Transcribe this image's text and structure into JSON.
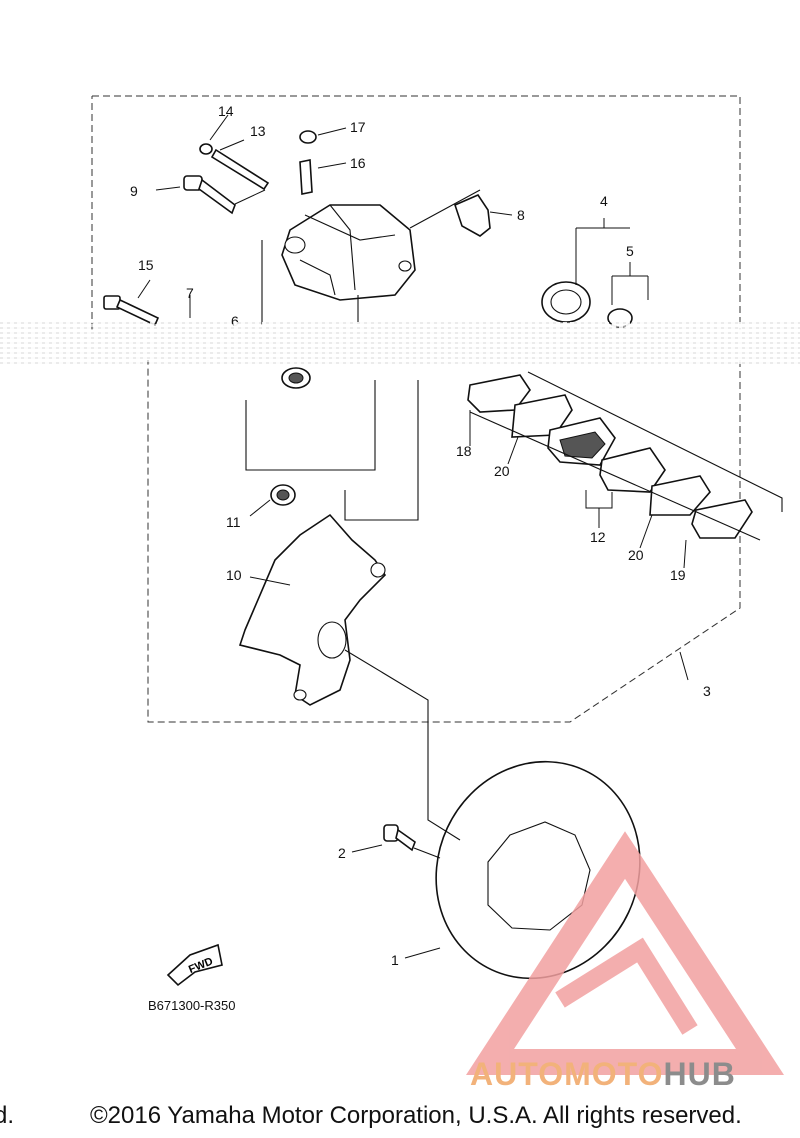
{
  "callouts": {
    "n1": "1",
    "n2": "2",
    "n3": "3",
    "n4": "4",
    "n5": "5",
    "n6": "6",
    "n7": "7",
    "n8": "8",
    "n9": "9",
    "n10": "10",
    "n11": "11",
    "n12": "12",
    "n13": "13",
    "n14": "14",
    "n15": "15",
    "n16": "16",
    "n17": "17",
    "n18": "18",
    "n19": "19",
    "n20a": "20",
    "n20b": "20"
  },
  "fwd_label": "FWD",
  "diagram_code": "B671300-R350",
  "copyright_left": "d.",
  "copyright_right": "©2016 Yamaha Motor Corporation, U.S.A. All rights reserved.",
  "watermark": {
    "part1": "AUTOMOTO",
    "part2": "HUB",
    "colors": {
      "part1": "#f2b27a",
      "part2": "#8c8c8c",
      "mark": "#f2a0a0"
    }
  }
}
